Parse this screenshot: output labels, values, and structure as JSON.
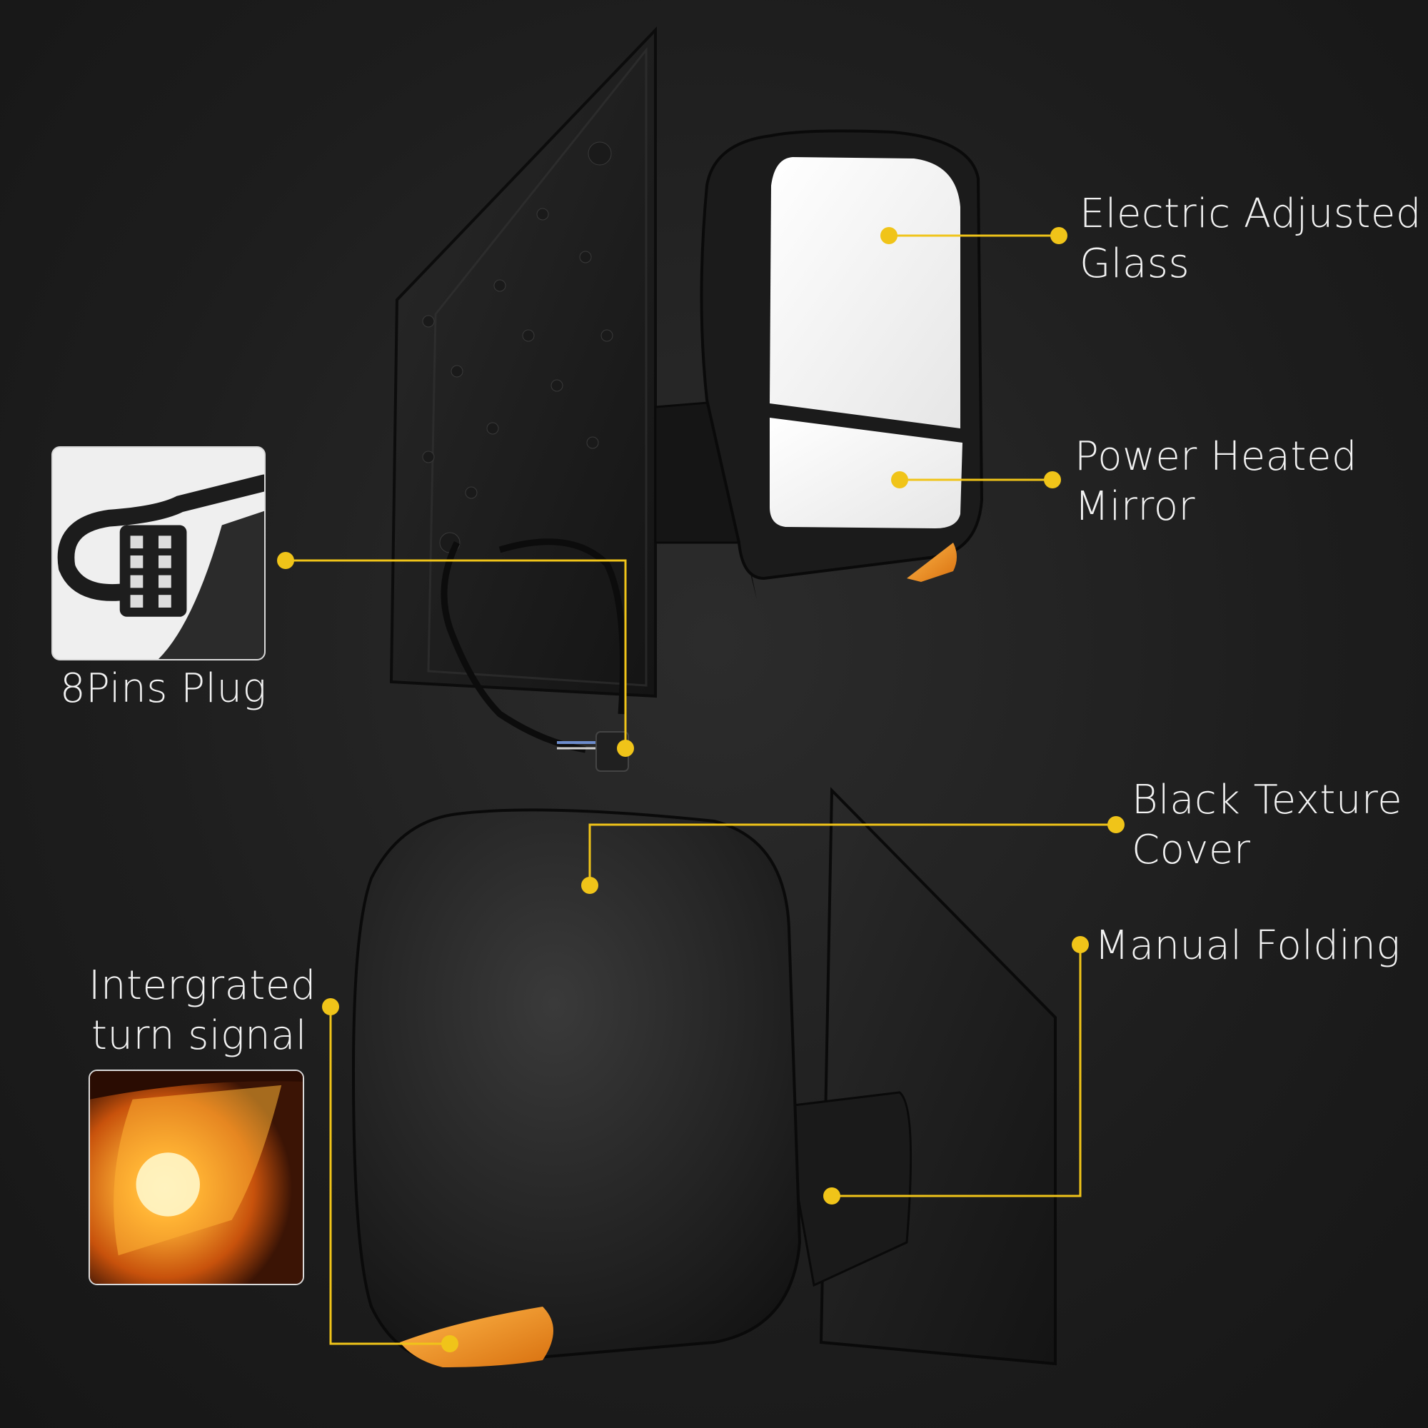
{
  "colors": {
    "accent": "#f0c419",
    "background": "#1c1c1c",
    "text": "#f2f2f2",
    "amber": "#f39a1e"
  },
  "callouts": {
    "electric_glass": "Electric Adjusted\nGlass",
    "power_heated": "Power Heated\nMirror",
    "plug": "8Pins Plug",
    "black_cover": "Black Texture\nCover",
    "manual_folding": "Manual Folding",
    "turn_signal": "Intergrated\nturn signal"
  },
  "icons": {
    "plug_inset": "connector-plug-photo",
    "signal_inset": "turn-signal-photo"
  }
}
